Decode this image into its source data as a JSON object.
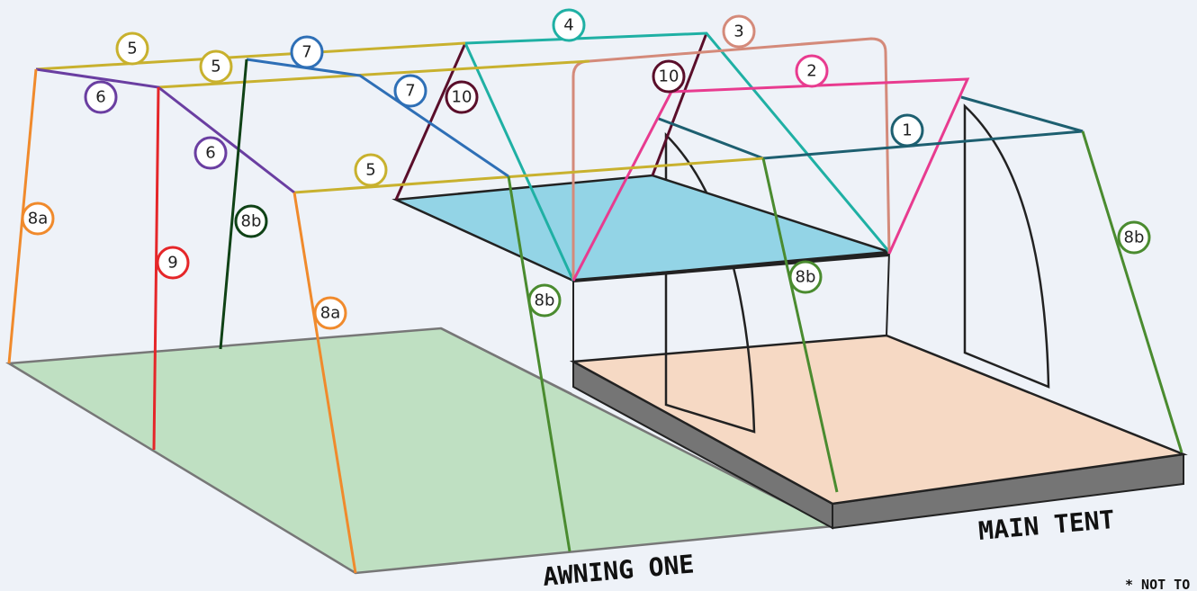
{
  "captions": {
    "awning": "AWNING ONE",
    "main_tent": "MAIN TENT",
    "footnote": "* NOT TO"
  },
  "labels": {
    "p1": "1",
    "p2": "2",
    "p3": "3",
    "p4": "4",
    "p5": "5",
    "p6": "6",
    "p7": "7",
    "p8a": "8a",
    "p8b": "8b",
    "p9": "9",
    "p10": "10"
  },
  "colors": {
    "background": "#eef2f8",
    "pole_1": "#1d5f70",
    "pole_2": "#e83b8f",
    "pole_3": "#d48a7a",
    "pole_4": "#1fb0a4",
    "pole_5": "#c8b12e",
    "pole_6": "#6a3ea1",
    "pole_7": "#2e6fb6",
    "pole_8a": "#f08a2c",
    "pole_8b": "#4a8b2f",
    "pole_9": "#e52629",
    "pole_10": "#5a0e2a",
    "pole_dark_green": "#0f4216",
    "awning_floor": "#bfe0c2",
    "tent_floor": "#f6d9c4",
    "tent_base_side": "#757575",
    "roof_panel": "#93d4e6"
  }
}
